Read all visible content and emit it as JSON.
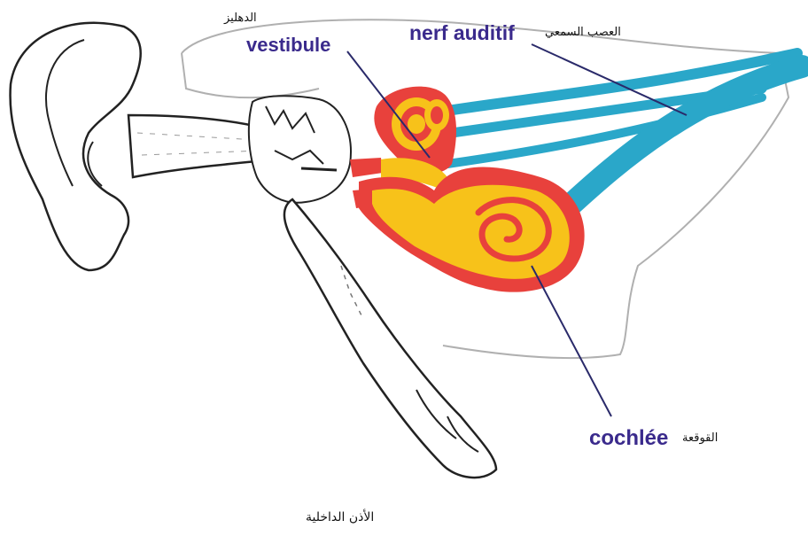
{
  "labels": {
    "vestibule_fr": "vestibule",
    "vestibule_ar": "الدهليز",
    "nerve_fr": "nerf auditif",
    "nerve_ar": "العصب السمعي",
    "cochlea_fr": "cochlée",
    "cochlea_ar": "القوقعة",
    "caption_ar": "الأذن الداخلية"
  },
  "colors": {
    "cochlea_outer": "#e8413c",
    "cochlea_inner": "#f7c21a",
    "nerve": "#2aa7c9",
    "label_text": "#3a2a8c",
    "pointer_line": "#2a2a6a",
    "outline": "#222222",
    "skull_outline": "#b0b0b0"
  }
}
